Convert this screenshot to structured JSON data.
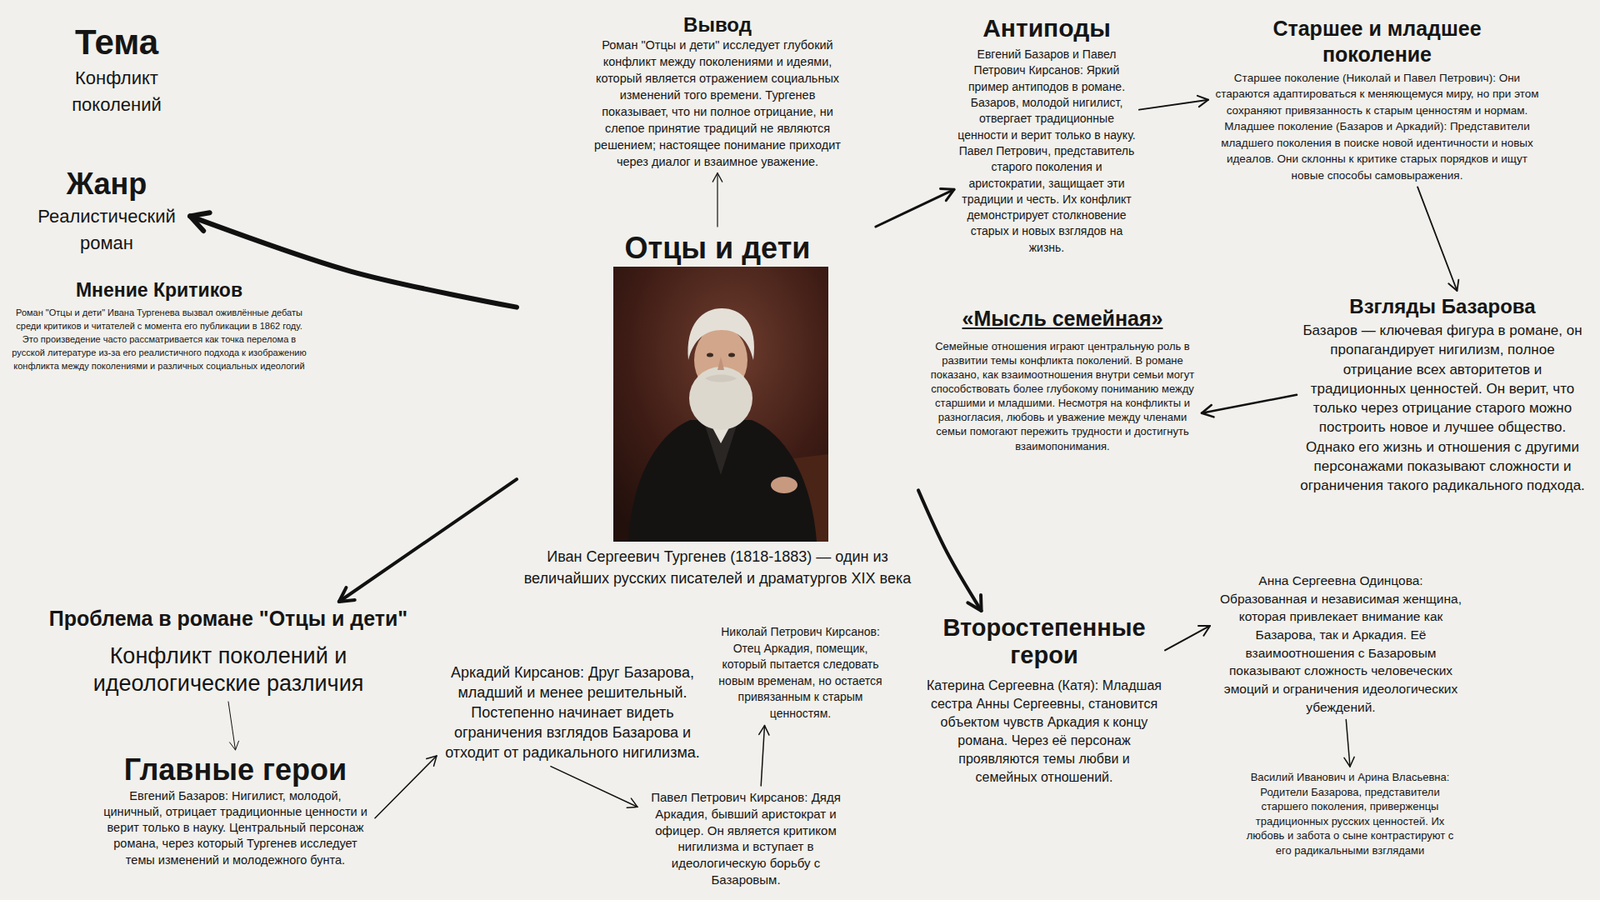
{
  "diagram": {
    "nodes": [
      {
        "text": [
          "Тема",
          "Конфликт поколений"
        ]
      },
      {
        "text": [
          "Жанр",
          "Реалистический роман"
        ]
      },
      {
        "text": [
          "Мнение Критиков",
          "Роман \"Отцы и дети\" Ивана Тургенева вызвал оживлённые дебаты среди критиков и читателей с момента его публикации в 1862 году. Это произведение часто рассматривается как точка перелома в русской литературе из-за его реалистичного подхода к изображению конфликта между поколениями и различных социальных идеологий"
        ]
      },
      {
        "text": [
          "Вывод",
          "Роман \"Отцы и дети\" исследует глубокий конфликт между поколениями и идеями, который является отражением социальных изменений того времени. Тургенев показывает, что ни полное отрицание, ни слепое принятие традиций не являются решением; настоящее понимание приходит через диалог и взаимное уважение."
        ]
      },
      {
        "text": [
          "Отцы и дети",
          "Иван Сергеевич Тургенев (1818-1883) — один из величайших русских писателей и драматургов XIX века"
        ]
      },
      {
        "text": [
          "Антиподы",
          "Евгений Базаров и Павел Петрович Кирсанов: Яркий пример антиподов в романе. Базаров, молодой нигилист, отвергает традиционные ценности и верит только в науку. Павел Петрович, представитель старого поколения и аристократии, защищает эти традиции и честь. Их конфликт демонстрирует столкновение старых и новых взглядов на жизнь."
        ]
      },
      {
        "text": [
          "Старшее и младшее поколение",
          "Старшее поколение (Николай и Павел Петрович): Они стараются адаптироваться к меняющемуся миру, но при этом сохраняют привязанность к старым ценностям и нормам.",
          "Младшее поколение (Базаров и Аркадий): Представители младшего поколения в поиске новой идентичности и новых идеалов. Они склонны к критике старых порядков и ищут новые способы самовыражения."
        ]
      },
      {
        "text": [
          "Взгляды Базарова",
          "Базаров — ключевая фигура в романе, он пропагандирует нигилизм, полное отрицание всех авторитетов и традиционных ценностей. Он верит, что только через отрицание старого можно построить новое и лучшее общество. Однако его жизнь и отношения с другими персонажами показывают сложности и ограничения такого радикального подхода."
        ]
      },
      {
        "text": [
          "«Мысль семейная»",
          "Семейные отношения играют центральную роль в развитии темы конфликта поколений. В романе показано, как взаимоотношения внутри семьи могут способствовать более глубокому пониманию между старшими и младшими. Несмотря на конфликты и разногласия, любовь и уважение между членами семьи помогают пережить трудности и достигнуть взаимопонимания."
        ]
      },
      {
        "text": [
          "Проблема в романе \"Отцы и дети\"",
          "Конфликт поколений и идеологические различия"
        ]
      },
      {
        "text": [
          "Главные герои",
          "Евгений Базаров: Нигилист, молодой, циничный, отрицает традиционные ценности и верит только в науку. Центральный персонаж романа, через который Тургенев исследует темы изменений и молодежного бунта."
        ]
      },
      {
        "text": [
          "Аркадий Кирсанов: Друг Базарова, младший и менее решительный. Постепенно начинает видеть ограничения взглядов Базарова и отходит от радикального нигилизма."
        ]
      },
      {
        "text": [
          "Николай Петрович Кирсанов: Отец Аркадия, помещик, который пытается следовать новым временам, но остается привязанным к старым ценностям."
        ]
      },
      {
        "text": [
          "Павел Петрович Кирсанов: Дядя Аркадия, бывший аристократ и офицер. Он является критиком нигилизма и вступает в идеологическую борьбу с Базаровым."
        ]
      },
      {
        "text": [
          "Второстепенные герои",
          "Катерина Сергеевна (Катя): Младшая сестра Анны Сергеевны, становится объектом чувств Аркадия к концу романа. Через её персонаж проявляются темы любви и семейных отношений."
        ]
      },
      {
        "text": [
          "Анна Сергеевна Одинцова: Образованная и независимая женщина, которая привлекает внимание как Базарова, так и Аркадия. Её взаимоотношения с Базаровым показывают сложность человеческих эмоций и ограничения идеологических убеждений."
        ]
      },
      {
        "text": [
          "Василий Иванович и Арина Власьевна: Родители Базарова, представители старшего поколения, приверженцы традиционных русских ценностей. Их любовь и забота о сыне контрастируют с его радикальными взглядами"
        ]
      }
    ],
    "edges": [
      {
        "from": 4,
        "to": 1,
        "arrow": "to"
      },
      {
        "from": 4,
        "to": 3,
        "arrow": "to"
      },
      {
        "from": 4,
        "to": 5,
        "arrow": "to"
      },
      {
        "from": 5,
        "to": 6,
        "arrow": "to"
      },
      {
        "from": 6,
        "to": 7,
        "arrow": "to"
      },
      {
        "from": 7,
        "to": 8,
        "arrow": "to"
      },
      {
        "from": 4,
        "to": 9,
        "arrow": "to"
      },
      {
        "from": 4,
        "to": 14,
        "arrow": "to"
      },
      {
        "from": 9,
        "to": 10,
        "arrow": "to"
      },
      {
        "from": 10,
        "to": 11,
        "arrow": "to"
      },
      {
        "from": 11,
        "to": 13,
        "arrow": "to"
      },
      {
        "from": 13,
        "to": 12,
        "arrow": "to"
      },
      {
        "from": 14,
        "to": 15,
        "arrow": "to"
      },
      {
        "from": 15,
        "to": 16,
        "arrow": "to"
      }
    ]
  }
}
